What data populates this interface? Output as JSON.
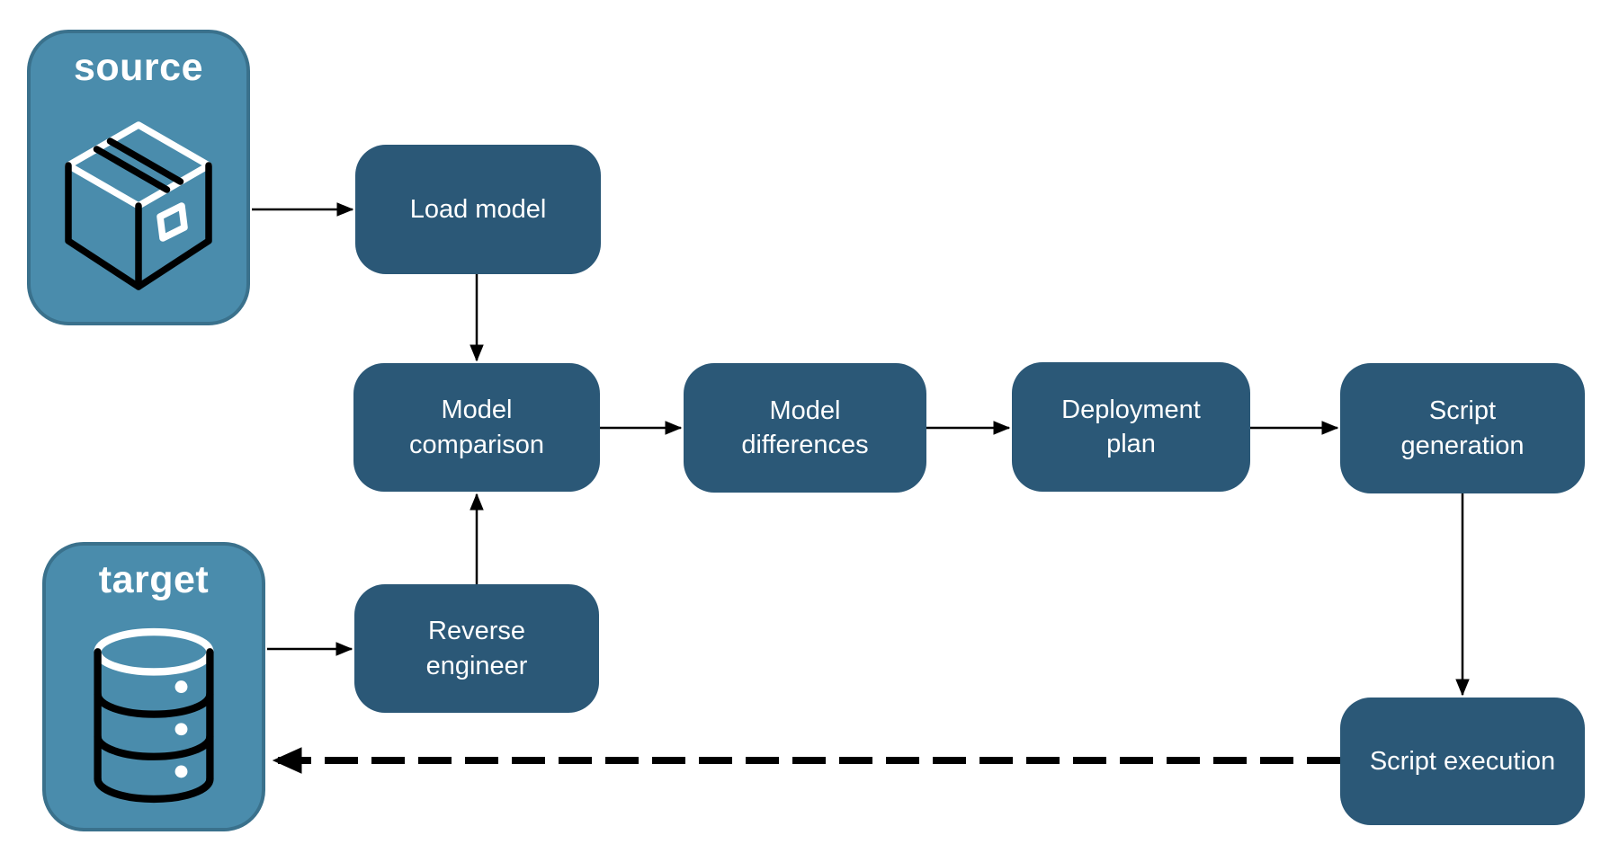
{
  "diagram": {
    "source": {
      "label": "source",
      "icon": "package-icon"
    },
    "target": {
      "label": "target",
      "icon": "database-icon"
    },
    "nodes": {
      "load_model": {
        "label": "Load model"
      },
      "model_comparison": {
        "label": "Model comparison"
      },
      "model_differences": {
        "label": "Model differences"
      },
      "deployment_plan": {
        "label": "Deployment plan"
      },
      "script_generation": {
        "label": "Script generation"
      },
      "reverse_engineer": {
        "label": "Reverse engineer"
      },
      "script_execution": {
        "label": "Script execution"
      }
    },
    "edges": [
      {
        "from": "source",
        "to": "load_model",
        "style": "solid"
      },
      {
        "from": "load_model",
        "to": "model_comparison",
        "style": "solid"
      },
      {
        "from": "model_comparison",
        "to": "model_differences",
        "style": "solid"
      },
      {
        "from": "model_differences",
        "to": "deployment_plan",
        "style": "solid"
      },
      {
        "from": "deployment_plan",
        "to": "script_generation",
        "style": "solid"
      },
      {
        "from": "script_generation",
        "to": "script_execution",
        "style": "solid"
      },
      {
        "from": "target",
        "to": "reverse_engineer",
        "style": "solid"
      },
      {
        "from": "reverse_engineer",
        "to": "model_comparison",
        "style": "solid"
      },
      {
        "from": "script_execution",
        "to": "target",
        "style": "dashed"
      }
    ],
    "colors": {
      "container_fill": "#4A8CAC",
      "container_border": "#3A718C",
      "node_fill": "#2B5877",
      "text": "#FFFFFF",
      "arrow": "#000000",
      "background": "#FFFFFF"
    }
  }
}
